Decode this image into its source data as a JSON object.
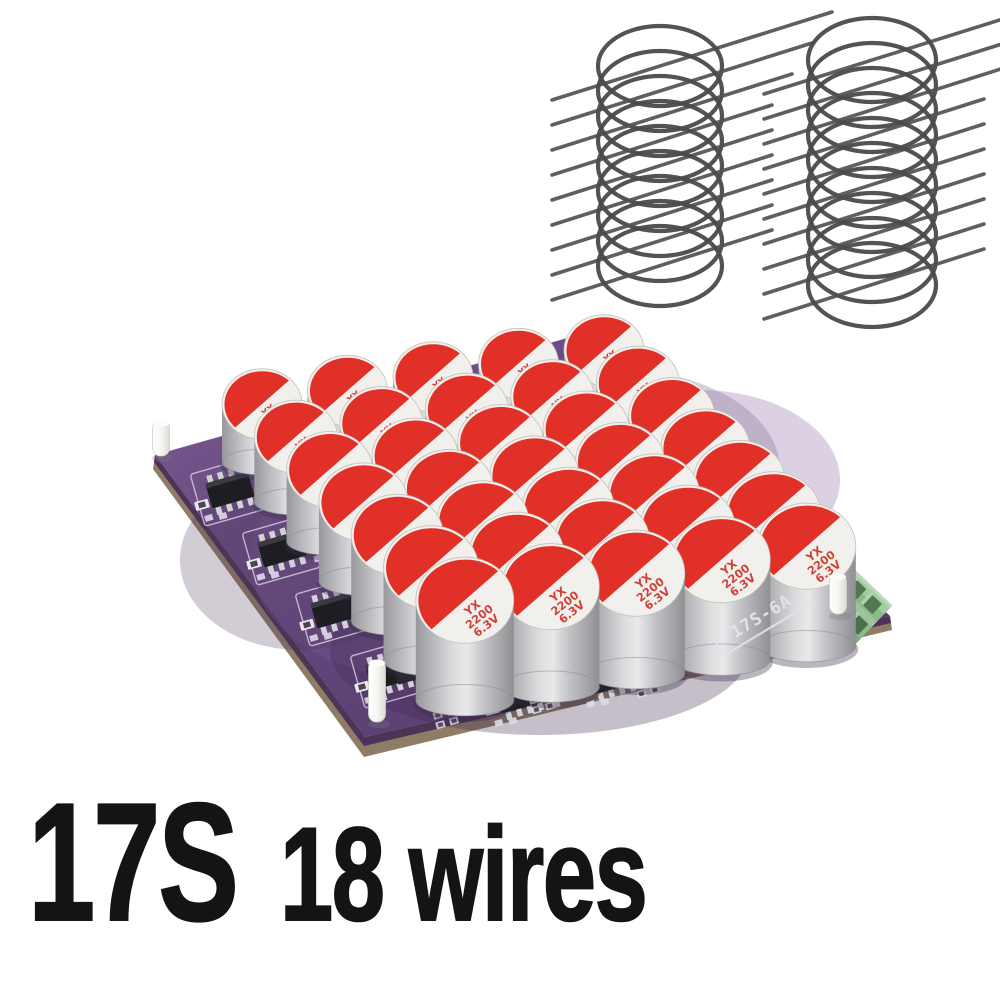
{
  "image_type": "product-photo",
  "background_color": "#ffffff",
  "caption": {
    "series_label": "17S",
    "wires_label": "18 wires",
    "text_color": "#141414"
  },
  "board": {
    "description": "purple balancer PCB viewed at an angle",
    "silkscreen_label": "17S-6A",
    "pcb_color": "#63477c",
    "pcb_color_light": "#7a5a92",
    "pcb_color_dark": "#503669",
    "edge_color": "#8e7c67",
    "edge_dark_color": "#4b3457",
    "capacitors": {
      "grid_rows": 7,
      "grid_cols": 5,
      "count": 35,
      "body_color": "#bfbfc3",
      "top_color": "#f2f0ec",
      "stripe_color": "#e03028",
      "label": "YX 2200 6.3V",
      "label_lines": [
        "YX",
        "2200",
        "6.3V"
      ],
      "label_color": "#cc2d24"
    },
    "terminal_block": {
      "color": "#8ab98a",
      "wall_color": "#a6cca4",
      "front_color": "#7ca87b",
      "hole_color": "#4b7050",
      "slot_rows": 2,
      "slots_per_row": 18
    },
    "ics": {
      "count": 6,
      "color": "#1e1e22",
      "pin_color": "#d2d2d6"
    },
    "standoffs": {
      "count": 3,
      "color": "#f4f4f1"
    },
    "silkscreen_color": "#e6dff2"
  },
  "wires": {
    "bundles": 2,
    "loops": [
      9,
      10
    ],
    "color": "#4a4a4a"
  }
}
